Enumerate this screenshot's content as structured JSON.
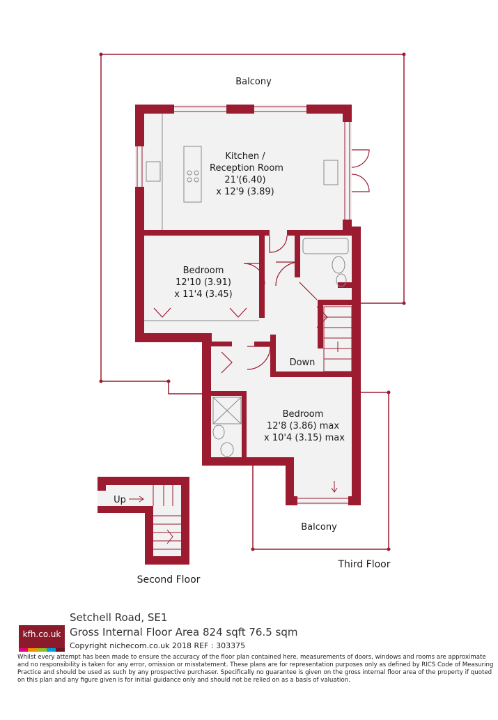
{
  "plan": {
    "labels": {
      "balcony_top": "Balcony",
      "kitchen_line1": "Kitchen /",
      "kitchen_line2": "Reception Room",
      "kitchen_line3": "21'(6.40)",
      "kitchen_line4": "x 12'9 (3.89)",
      "bedroom1_line1": "Bedroom",
      "bedroom1_line2": "12'10 (3.91)",
      "bedroom1_line3": "x 11'4 (3.45)",
      "down": "Down",
      "bedroom2_line1": "Bedroom",
      "bedroom2_line2": "12'8 (3.86) max",
      "bedroom2_line3": "x 10'4 (3.15) max",
      "balcony_bottom": "Balcony",
      "up": "Up",
      "third_floor": "Third Floor",
      "second_floor": "Second Floor"
    },
    "colors": {
      "wall": "#9b1b30",
      "line": "#9b1b30",
      "floor": "#f2f2f2",
      "fixture": "#888888"
    }
  },
  "footer": {
    "logo_text": "kfh.co.uk",
    "logo_stripe_colors": [
      "#e6007e",
      "#f39200",
      "#95c11f",
      "#009fe3",
      "#8b1a2b"
    ],
    "address": "Setchell Road, SE1",
    "gross_internal": "Gross Internal Floor Area 824 sqft 76.5  sqm",
    "copyright": "Copyright nichecom.co.uk 2018 REF : 303375",
    "disclaimer": "Whilst every attempt has been made to ensure the accuracy of the floor plan contained here, measurements of doors, windows and rooms are approximate and no responsibility is taken for any error, omission or misstatement.  These plans are for representation purposes only as defined by RICS Code of Measuring Practice and should be used as such by any prospective purchaser.  Specifically no guarantee is given on the gross internal floor area of the property if quoted on this plan and any figure given is for initial guidance only and should not be relied on as a basis of valuation."
  }
}
